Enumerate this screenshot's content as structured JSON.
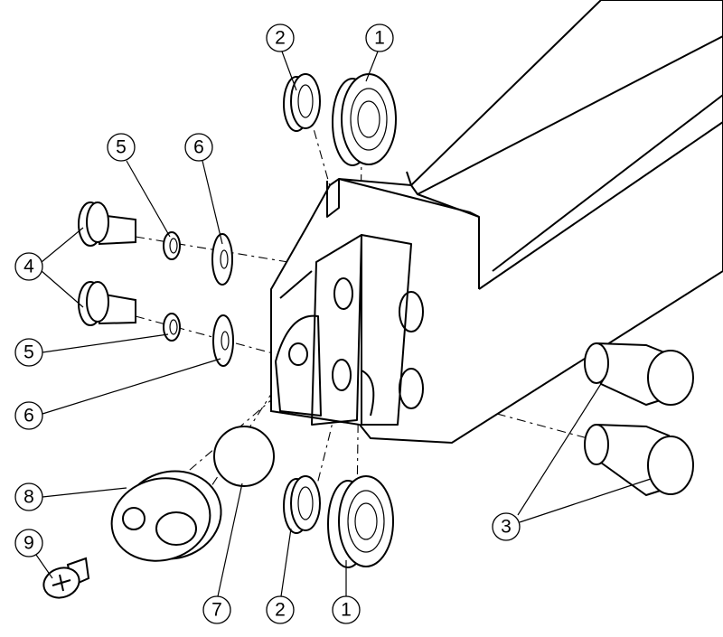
{
  "title": "Exploded assembly view",
  "balloons": {
    "b1_top": "1",
    "b2_top": "2",
    "b5_top": "5",
    "b6_top": "6",
    "b4": "4",
    "b5_bottom": "5",
    "b6_bottom": "6",
    "b8": "8",
    "b9": "9",
    "b7": "7",
    "b2_bottom": "2",
    "b1_bottom": "1",
    "b3": "3"
  }
}
